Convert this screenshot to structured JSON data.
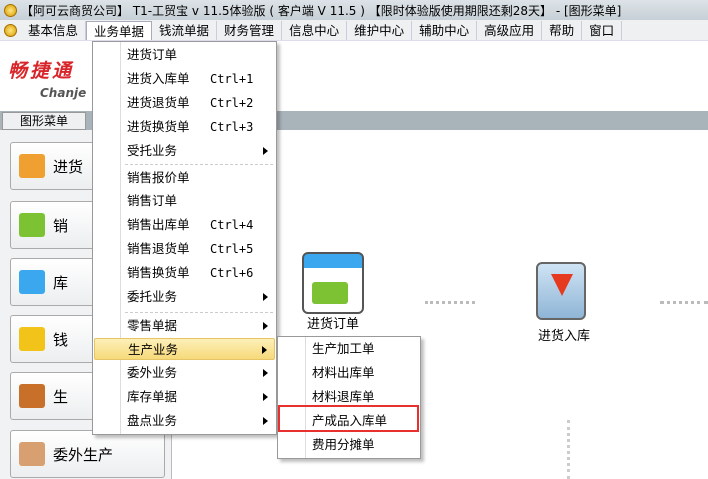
{
  "window": {
    "title": "【阿可云商贸公司】 T1-工贸宝 v 11.5体验版 ( 客户端 V 11.5 ) 【限时体验版使用期限还剩28天】 - [图形菜单]"
  },
  "menubar": [
    "基本信息",
    "业务单据",
    "钱流单据",
    "财务管理",
    "信息中心",
    "维护中心",
    "辅助中心",
    "高级应用",
    "帮助",
    "窗口"
  ],
  "logo": {
    "cn": "畅捷通",
    "en": "Chanje"
  },
  "tab": "图形菜单",
  "left_buttons": [
    "进货",
    "销",
    "库",
    "钱",
    "生",
    "委外生产"
  ],
  "main_icons": [
    {
      "label": "进货订单",
      "icon": "purchase-order-icon"
    },
    {
      "label": "进货入库",
      "icon": "purchase-inbound-icon"
    }
  ],
  "dropdown": {
    "items": [
      {
        "label": "进货订单",
        "shortcut": ""
      },
      {
        "label": "进货入库单",
        "shortcut": "Ctrl+1"
      },
      {
        "label": "进货退货单",
        "shortcut": "Ctrl+2"
      },
      {
        "label": "进货换货单",
        "shortcut": "Ctrl+3"
      },
      {
        "label": "受托业务",
        "shortcut": "",
        "submenu": true
      },
      {
        "label": "销售报价单",
        "shortcut": ""
      },
      {
        "label": "销售订单",
        "shortcut": ""
      },
      {
        "label": "销售出库单",
        "shortcut": "Ctrl+4"
      },
      {
        "label": "销售退货单",
        "shortcut": "Ctrl+5"
      },
      {
        "label": "销售换货单",
        "shortcut": "Ctrl+6"
      },
      {
        "label": "委托业务",
        "shortcut": "",
        "submenu": true
      },
      {
        "label": "零售单据",
        "shortcut": "",
        "submenu": true
      },
      {
        "label": "生产业务",
        "shortcut": "",
        "submenu": true,
        "highlighted": true
      },
      {
        "label": "委外业务",
        "shortcut": "",
        "submenu": true
      },
      {
        "label": "库存单据",
        "shortcut": "",
        "submenu": true
      },
      {
        "label": "盘点业务",
        "shortcut": "",
        "submenu": true
      }
    ]
  },
  "submenu": {
    "items": [
      "生产加工单",
      "材料出库单",
      "材料退库单",
      "产成品入库单",
      "费用分摊单"
    ],
    "boxed": "产成品入库单",
    "box_color": "#e8302f"
  }
}
